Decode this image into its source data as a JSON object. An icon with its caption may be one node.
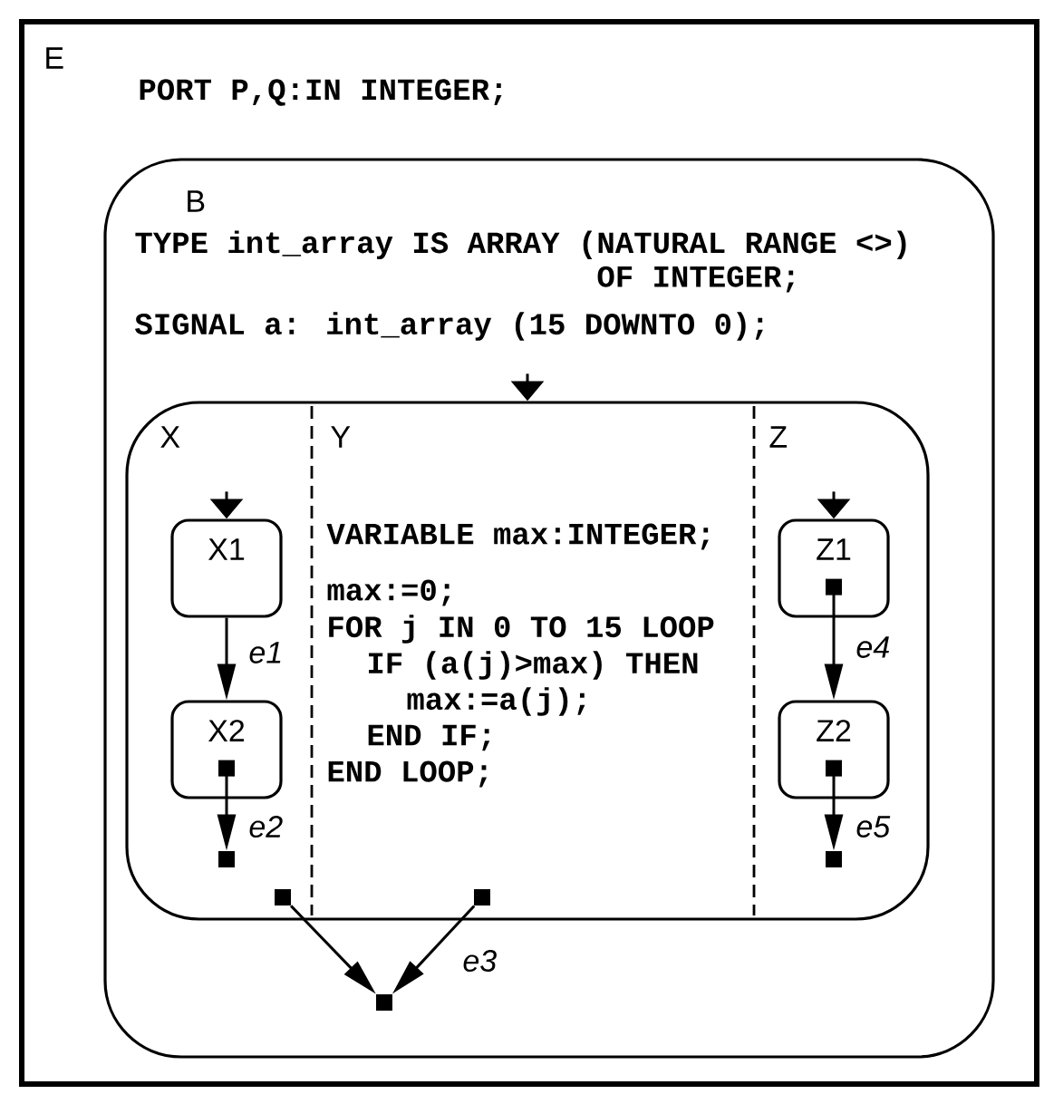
{
  "diagram": {
    "nodes": [
      {
        "text": [
          "E",
          "PORT P,Q:IN INTEGER;"
        ]
      },
      {
        "text": [
          "B",
          "TYPE int_array IS ARRAY (NATURAL RANGE <>) OF INTEGER;",
          "SIGNAL a: int_array (15 DOWNTO 0);"
        ],
        "in": 0
      },
      {
        "text": [],
        "shape": "box",
        "in": 1
      },
      {
        "text": [
          "X"
        ],
        "in": 2
      },
      {
        "text": [
          "X1"
        ],
        "in": 2
      },
      {
        "text": [
          "X2"
        ],
        "in": 2
      },
      {
        "text": [],
        "shape": "box",
        "in": 2
      },
      {
        "text": [],
        "shape": "box",
        "in": 2
      },
      {
        "text": [
          "Y",
          "VARIABLE max:INTEGER;",
          "max:=0;",
          "FOR j IN 0 TO 15 LOOP",
          "IF (a(j)>max) THEN",
          "max:=a(j);",
          "END IF;",
          "END LOOP;"
        ],
        "in": 2
      },
      {
        "text": [],
        "shape": "box",
        "in": 2
      },
      {
        "text": [
          "Z"
        ],
        "in": 2
      },
      {
        "text": [
          "Z1"
        ],
        "in": 2
      },
      {
        "text": [
          "Z2"
        ],
        "in": 2
      },
      {
        "text": [],
        "shape": "box",
        "in": 2
      },
      {
        "text": [],
        "shape": "box",
        "in": 1
      }
    ],
    "edges": [
      {
        "from": null,
        "to": 2,
        "arrow": "to"
      },
      {
        "from": null,
        "to": 4,
        "arrow": "to"
      },
      {
        "from": 4,
        "to": 5,
        "arrow": "to",
        "label": "e1"
      },
      {
        "from": 5,
        "to": 6,
        "arrow": "to",
        "label": "e2"
      },
      {
        "from": null,
        "to": 11,
        "arrow": "to"
      },
      {
        "from": 11,
        "to": 12,
        "arrow": "to",
        "label": "e4"
      },
      {
        "from": 12,
        "to": 13,
        "arrow": "to",
        "label": "e5"
      },
      {
        "from": 7,
        "to": 14,
        "arrow": "to"
      },
      {
        "from": 9,
        "to": 14,
        "arrow": "to",
        "label": "e3"
      }
    ]
  }
}
